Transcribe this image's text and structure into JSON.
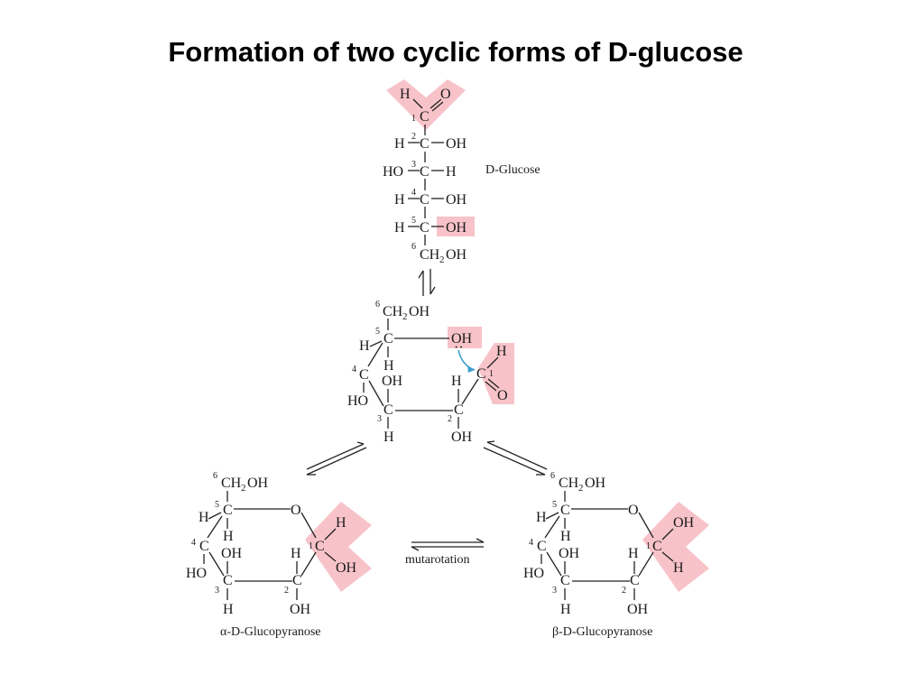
{
  "title": "Formation of two cyclic forms of D-glucose",
  "highlight_color": "#f6b9bf",
  "arrow_color": "#3a9fd0",
  "labels": {
    "d_glucose": "D-Glucose",
    "mutarotation": "mutarotation",
    "alpha": "α-D-Glucopyranose",
    "beta": "β-D-Glucopyranose"
  },
  "atoms": {
    "H": "H",
    "O": "O",
    "C": "C",
    "OH": "OH",
    "HO": "HO",
    "ch2oh_main": "CH",
    "ch2oh_sub": "2",
    "ch2oh_tail": "OH",
    "lone_pair": "··"
  },
  "carbon_numbers": [
    "1",
    "2",
    "3",
    "4",
    "5",
    "6"
  ]
}
